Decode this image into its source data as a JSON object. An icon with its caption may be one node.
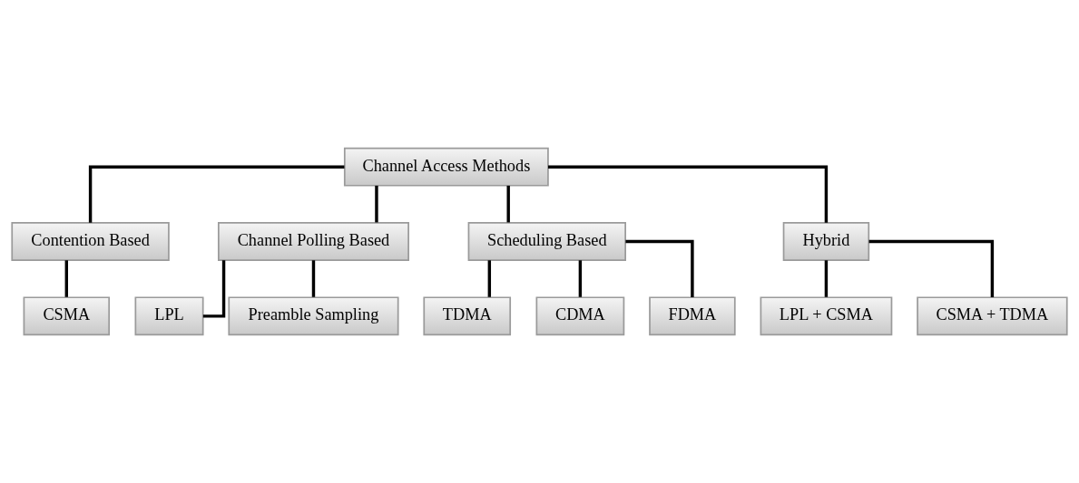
{
  "diagram": {
    "nodes": [
      {
        "text": [
          "Channel Access Methods"
        ]
      },
      {
        "text": [
          "Contention Based"
        ]
      },
      {
        "text": [
          "Channel Polling Based"
        ]
      },
      {
        "text": [
          "Scheduling Based"
        ]
      },
      {
        "text": [
          "Hybrid"
        ]
      },
      {
        "text": [
          "CSMA"
        ]
      },
      {
        "text": [
          "LPL"
        ]
      },
      {
        "text": [
          "Preamble Sampling"
        ]
      },
      {
        "text": [
          "TDMA"
        ]
      },
      {
        "text": [
          "CDMA"
        ]
      },
      {
        "text": [
          "FDMA"
        ]
      },
      {
        "text": [
          "LPL + CSMA"
        ]
      },
      {
        "text": [
          "CSMA + TDMA"
        ]
      }
    ],
    "edges": [
      {
        "from": 0,
        "to": 1,
        "arrow": "none"
      },
      {
        "from": 0,
        "to": 2,
        "arrow": "none"
      },
      {
        "from": 0,
        "to": 3,
        "arrow": "none"
      },
      {
        "from": 0,
        "to": 4,
        "arrow": "none"
      },
      {
        "from": 1,
        "to": 5,
        "arrow": "none"
      },
      {
        "from": 2,
        "to": 6,
        "arrow": "none"
      },
      {
        "from": 2,
        "to": 7,
        "arrow": "none"
      },
      {
        "from": 3,
        "to": 8,
        "arrow": "none"
      },
      {
        "from": 3,
        "to": 9,
        "arrow": "none"
      },
      {
        "from": 3,
        "to": 10,
        "arrow": "none"
      },
      {
        "from": 4,
        "to": 11,
        "arrow": "none"
      },
      {
        "from": 4,
        "to": 12,
        "arrow": "none"
      }
    ]
  }
}
